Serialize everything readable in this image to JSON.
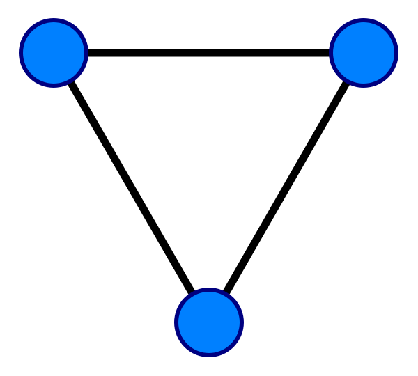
{
  "graph": {
    "type": "undirected",
    "nodes": [
      {
        "id": "top-left"
      },
      {
        "id": "top-right"
      },
      {
        "id": "bottom"
      }
    ],
    "edges": [
      {
        "source": "top-left",
        "target": "top-right"
      },
      {
        "source": "top-left",
        "target": "bottom"
      },
      {
        "source": "top-right",
        "target": "bottom"
      }
    ]
  },
  "colors": {
    "background": "#ffffff",
    "node_fill": "#0080ff",
    "node_stroke": "#000080",
    "edge": "#000000"
  }
}
